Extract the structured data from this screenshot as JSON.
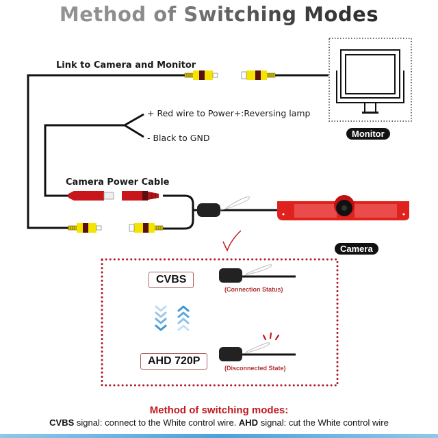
{
  "title": "Method of Switching Modes",
  "labels": {
    "link": "Link to Camera and Monitor",
    "red_wire": "+ Red wire to Power+:Reversing lamp",
    "black_wire": "- Black to GND",
    "power_cable": "Camera Power Cable"
  },
  "badges": {
    "monitor": "Monitor",
    "camera": "Camera"
  },
  "icons": [
    "monitor-icon",
    "rca-connector-icon",
    "dc-power-connector-icon",
    "camera-brake-light-icon",
    "checkmark-icon",
    "chevron-down-icon",
    "chevron-up-icon",
    "spark-icon"
  ],
  "modes": {
    "cvbs": {
      "label": "CVBS",
      "status": "(Connection Status)"
    },
    "ahd": {
      "label": "AHD 720P",
      "status": "(Disconnected State)"
    }
  },
  "footer": {
    "title": "Method of switching modes:",
    "cvbs_bold": "CVBS",
    "cvbs_text": " signal: connect to the White control wire. ",
    "ahd_bold": "AHD",
    "ahd_text": " signal: cut the White control wire"
  },
  "colors": {
    "accent_red": "#c0191f",
    "rca_yellow": "#f5e400",
    "rca_brown": "#5a1010",
    "camera_red": "#e0221e",
    "chevron_blue": "#3d97d8"
  }
}
